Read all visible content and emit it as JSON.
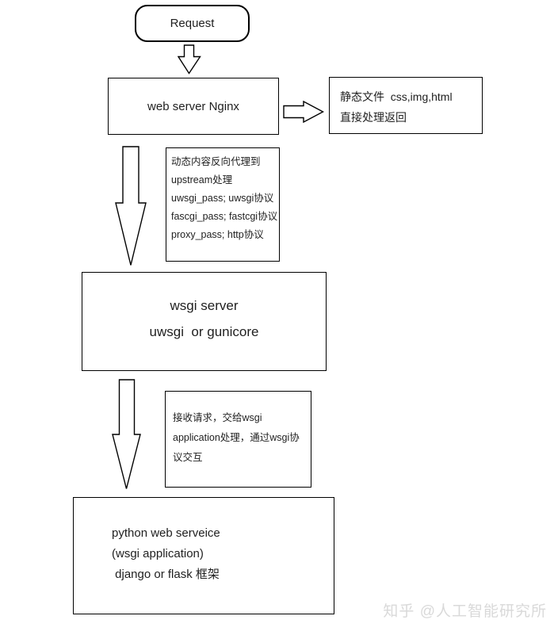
{
  "page": {
    "background_color": "#ffffff",
    "line_color": "#000000",
    "text_color": "#1f1f1f",
    "watermark": {
      "text": "知乎 @人工智能研究所",
      "color": "#d9d9d9"
    }
  },
  "flowchart": {
    "request_node": {
      "label": "Request"
    },
    "nginx_node": {
      "label": "web server Nginx"
    },
    "static_note": {
      "lines": {
        "0": "静态文件  css,img,html",
        "1": "直接处理返回"
      }
    },
    "proxy_note": {
      "lines": {
        "0": "动态内容反向代理到",
        "1": "upstream处理",
        "2": "uwsgi_pass; uwsgi协议",
        "3": "fascgi_pass; fastcgi协议",
        "4": "proxy_pass; http协议"
      }
    },
    "wsgi_node": {
      "lines": {
        "0": "wsgi server",
        "1": "uwsgi  or gunicore"
      }
    },
    "wsgi_note": {
      "lines": {
        "0": "接收请求，交给wsgi",
        "1": "application处理，通过wsgi协",
        "2": "议交互"
      }
    },
    "python_node": {
      "lines": {
        "0": "python web serveice",
        "1": "(wsgi application)",
        "2": " django or flask 框架"
      }
    },
    "icons": {
      "arrow_down_small": "down-block-arrow",
      "arrow_right": "right-block-arrow",
      "arrow_down_long_1": "down-block-arrow",
      "arrow_down_long_2": "down-block-arrow"
    }
  }
}
